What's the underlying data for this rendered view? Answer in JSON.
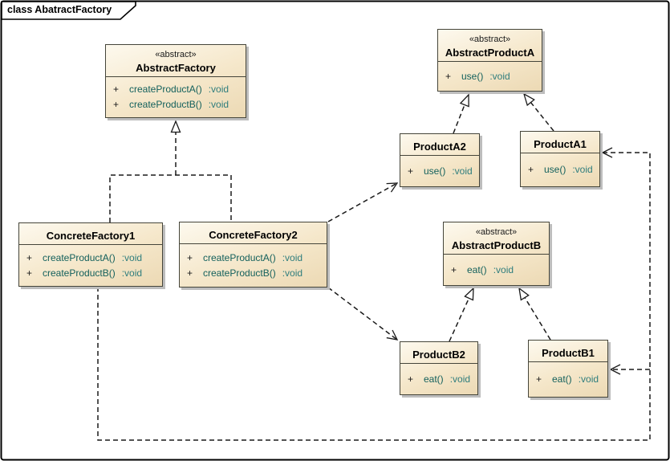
{
  "frame": {
    "title": "class AbatractFactory"
  },
  "colors": {
    "box_fill_light": "#fdf9ee",
    "box_fill_dark": "#ecd9b4",
    "box_border": "#45453a",
    "box_shadow": "#bdbdbd",
    "method_signature": "#13605c",
    "method_return": "#2e7d7d",
    "line": "#1a1a1a",
    "background": "#ffffff"
  },
  "classes": [
    {
      "stereotype": "«abstract»",
      "name": "AbstractFactory",
      "methods": [
        {
          "visibility": "+",
          "signature": "createProductA()",
          "returns": ":void"
        },
        {
          "visibility": "+",
          "signature": "createProductB()",
          "returns": ":void"
        }
      ]
    },
    {
      "stereotype": "«abstract»",
      "name": "AbstractProductA",
      "methods": [
        {
          "visibility": "+",
          "signature": "use()",
          "returns": ":void"
        }
      ]
    },
    {
      "name": "ProductA2",
      "methods": [
        {
          "visibility": "+",
          "signature": "use()",
          "returns": ":void"
        }
      ]
    },
    {
      "name": "ProductA1",
      "methods": [
        {
          "visibility": "+",
          "signature": "use()",
          "returns": ":void"
        }
      ]
    },
    {
      "name": "ConcreteFactory1",
      "methods": [
        {
          "visibility": "+",
          "signature": "createProductA()",
          "returns": ":void"
        },
        {
          "visibility": "+",
          "signature": "createProductB()",
          "returns": ":void"
        }
      ]
    },
    {
      "name": "ConcreteFactory2",
      "methods": [
        {
          "visibility": "+",
          "signature": "createProductA()",
          "returns": ":void"
        },
        {
          "visibility": "+",
          "signature": "createProductB()",
          "returns": ":void"
        }
      ]
    },
    {
      "stereotype": "«abstract»",
      "name": "AbstractProductB",
      "methods": [
        {
          "visibility": "+",
          "signature": "eat()",
          "returns": ":void"
        }
      ]
    },
    {
      "name": "ProductB2",
      "methods": [
        {
          "visibility": "+",
          "signature": "eat()",
          "returns": ":void"
        }
      ]
    },
    {
      "name": "ProductB1",
      "methods": [
        {
          "visibility": "+",
          "signature": "eat()",
          "returns": ":void"
        }
      ]
    }
  ],
  "relationships": [
    {
      "type": "realization",
      "from": "ConcreteFactory1",
      "to": "AbstractFactory",
      "line": "dashed",
      "head": "hollow-triangle"
    },
    {
      "type": "realization",
      "from": "ConcreteFactory2",
      "to": "AbstractFactory",
      "line": "dashed",
      "head": "hollow-triangle"
    },
    {
      "type": "realization",
      "from": "ProductA2",
      "to": "AbstractProductA",
      "line": "dashed",
      "head": "hollow-triangle"
    },
    {
      "type": "realization",
      "from": "ProductA1",
      "to": "AbstractProductA",
      "line": "dashed",
      "head": "hollow-triangle"
    },
    {
      "type": "realization",
      "from": "ProductB2",
      "to": "AbstractProductB",
      "line": "dashed",
      "head": "hollow-triangle"
    },
    {
      "type": "realization",
      "from": "ProductB1",
      "to": "AbstractProductB",
      "line": "dashed",
      "head": "hollow-triangle"
    },
    {
      "type": "dependency",
      "from": "ConcreteFactory2",
      "to": "ProductA2",
      "line": "dashed",
      "head": "open-arrow"
    },
    {
      "type": "dependency",
      "from": "ConcreteFactory2",
      "to": "ProductB2",
      "line": "dashed",
      "head": "open-arrow"
    },
    {
      "type": "dependency",
      "from": "ConcreteFactory1",
      "to": "ProductA1",
      "line": "dashed",
      "head": "open-arrow"
    },
    {
      "type": "dependency",
      "from": "ConcreteFactory1",
      "to": "ProductB1",
      "line": "dashed",
      "head": "open-arrow"
    }
  ]
}
